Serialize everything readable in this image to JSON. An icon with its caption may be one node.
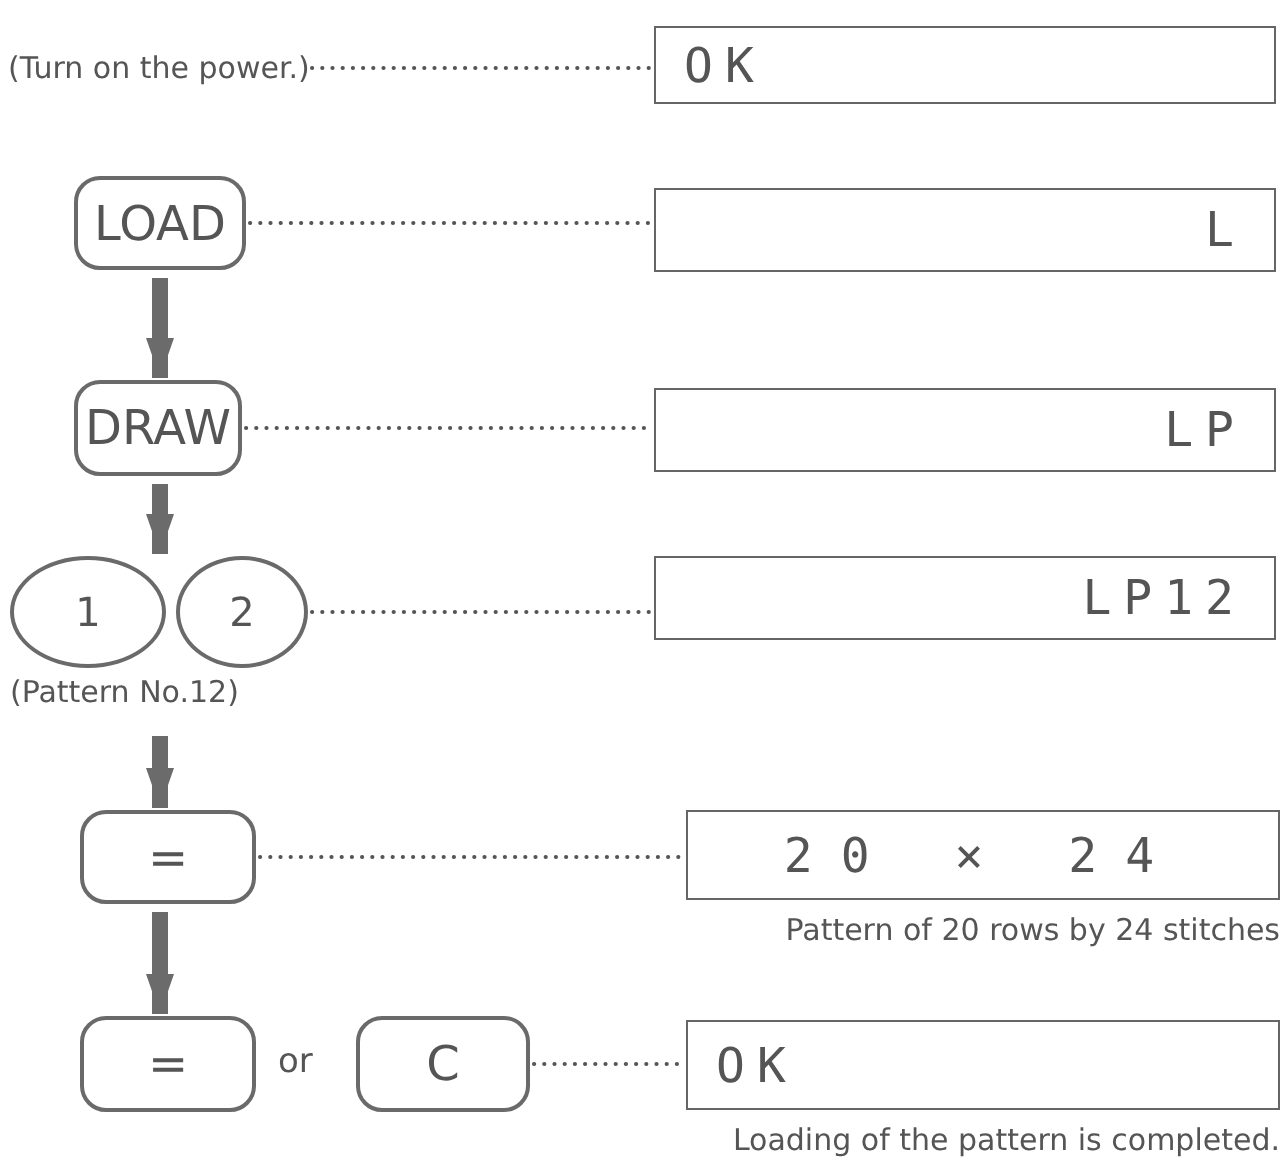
{
  "diagram": {
    "nodes": [
      {
        "text": [
          "(Turn on the power.)"
        ]
      },
      {
        "text": [
          "OK"
        ]
      },
      {
        "text": [
          "LOAD"
        ]
      },
      {
        "text": [
          "L"
        ]
      },
      {
        "text": [
          "DRAW"
        ]
      },
      {
        "text": [
          "LP"
        ]
      },
      {
        "text": [
          "1"
        ]
      },
      {
        "text": [
          "2"
        ]
      },
      {
        "text": [
          "LP12"
        ]
      },
      {
        "text": [
          "="
        ]
      },
      {
        "text": [
          "20 × 24"
        ],
        "beside": [
          "Pattern of 20 rows by 24 stitches"
        ]
      },
      {
        "text": [
          "="
        ]
      },
      {
        "text": [
          "C"
        ]
      },
      {
        "text": [
          "OK"
        ],
        "beside": [
          "Loading of the pattern is completed."
        ]
      }
    ],
    "edges": [
      {
        "from": 0,
        "to": 1,
        "arrow": "none",
        "style": "dashed"
      },
      {
        "from": 2,
        "to": 3,
        "arrow": "none",
        "style": "dashed"
      },
      {
        "from": 2,
        "to": 4,
        "arrow": "to",
        "style": "thick"
      },
      {
        "from": 4,
        "to": 5,
        "arrow": "none",
        "style": "dashed"
      },
      {
        "from": 4,
        "to": 6,
        "arrow": "to",
        "style": "thick"
      },
      {
        "from": 7,
        "to": 8,
        "arrow": "none",
        "style": "dashed"
      },
      {
        "from": 6,
        "to": 9,
        "arrow": "to",
        "style": "thick"
      },
      {
        "from": 9,
        "to": 10,
        "arrow": "none",
        "style": "dashed"
      },
      {
        "from": 9,
        "to": 11,
        "arrow": "to",
        "style": "thick"
      },
      {
        "from": 12,
        "to": 13,
        "arrow": "none",
        "style": "dashed"
      }
    ],
    "labels": [
      "(Pattern No.12)",
      "or"
    ]
  }
}
